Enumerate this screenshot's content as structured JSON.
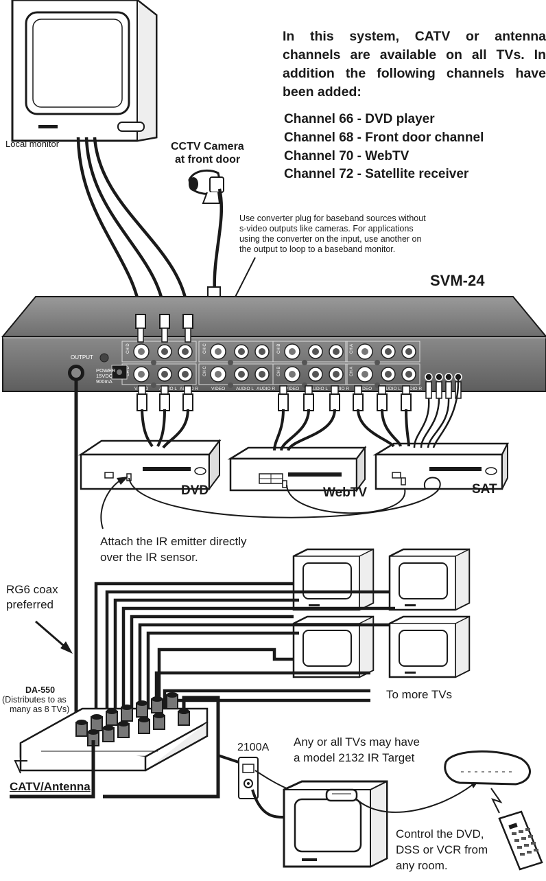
{
  "intro": {
    "line1": "In this system, CATV or antenna",
    "line2": "channels are available on all TVs. In",
    "line3": "addition the following channels have",
    "line4": "been added:"
  },
  "channels": [
    "Channel 66 - DVD player",
    "Channel 68 - Front door channel",
    "Channel 70 - WebTV",
    "Channel 72 - Satellite receiver"
  ],
  "labels": {
    "local_monitor": "Local monitor",
    "camera_line1": "CCTV Camera",
    "camera_line2": "at front door",
    "converter_note": [
      "Use converter plug for baseband sources without",
      "s-video outputs like cameras.  For applications",
      "using the converter on the input, use another on",
      "the output to loop to a baseband monitor."
    ],
    "model": "SVM-24",
    "dvd": "DVD",
    "webtv": "WebTV",
    "sat": "SAT",
    "ir_line1": "Attach the IR emitter directly",
    "ir_line2": "over the IR sensor.",
    "coax_line1": "RG6 coax",
    "coax_line2": "preferred",
    "da_model": "DA-550",
    "da_line1": "(Distributes to as",
    "da_line2": "many as  8 TVs)",
    "more_tvs": "To more TVs",
    "catv": "CATV/Antenna",
    "wallplate": "2100A",
    "target_line1": "Any or all TVs may have",
    "target_line2": "a model 2132 IR Target",
    "control_line1": "Control the DVD,",
    "control_line2": "DSS or VCR from",
    "control_line3": "any room."
  },
  "panel": {
    "output": "OUTPUT",
    "power": [
      "POWER",
      "15VDC",
      "900mA"
    ],
    "channel_tags": [
      "CH D",
      "CH C",
      "CH B",
      "CH A"
    ],
    "jack_labels": [
      "VIDEO",
      "AUDIO L",
      "AUDIO R"
    ]
  }
}
